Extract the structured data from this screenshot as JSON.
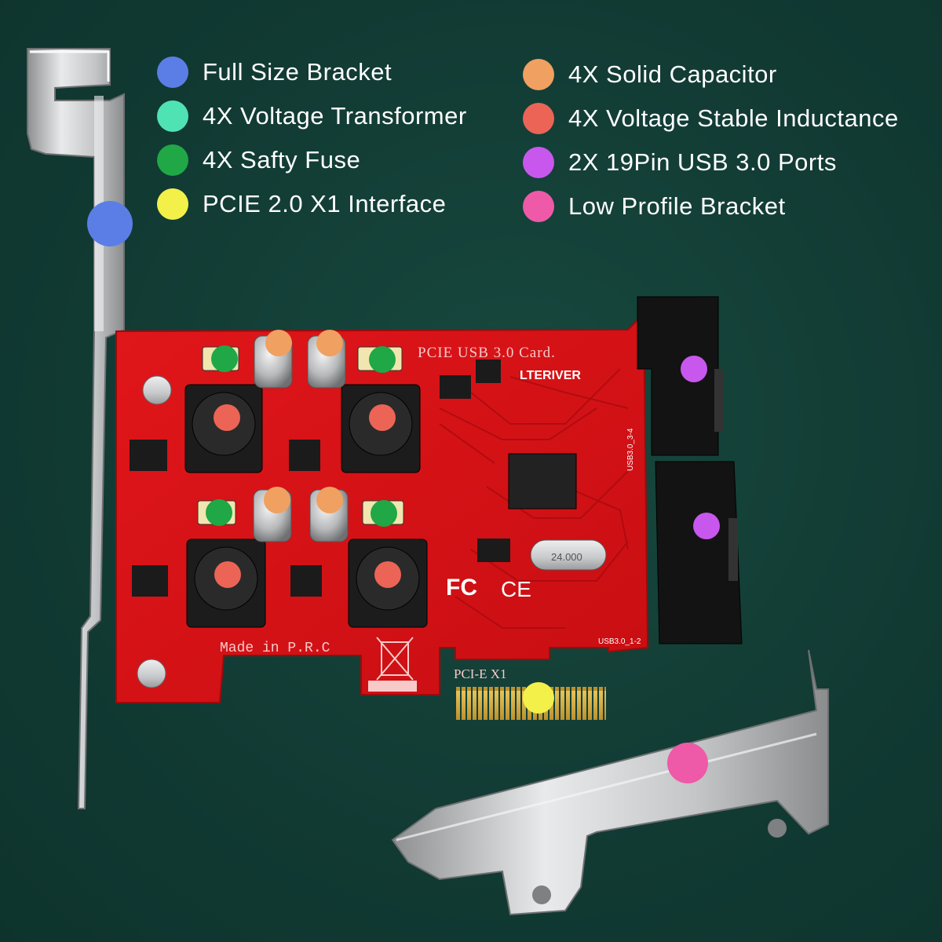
{
  "legend": [
    {
      "label": "Full Size Bracket",
      "color": "#5b7ee6"
    },
    {
      "label": "4X Voltage Transformer",
      "color": "#4fe3b4"
    },
    {
      "label": "4X Safty Fuse",
      "color": "#1fa845"
    },
    {
      "label": "PCIE 2.0 X1 Interface",
      "color": "#f3f04a"
    },
    {
      "label": "4X Solid Capacitor",
      "color": "#f0a060"
    },
    {
      "label": "4X Voltage Stable Inductance",
      "color": "#ec6456"
    },
    {
      "label": "2X 19Pin USB 3.0 Ports",
      "color": "#c857ee"
    },
    {
      "label": "Low Profile Bracket",
      "color": "#ee5aa8"
    }
  ],
  "board": {
    "title": "PCIE USB 3.0 Card.",
    "brand": "LTERIVER",
    "origin": "Made in P.R.C",
    "slot": "PCI-E X1",
    "port_label": "USB3.0_1-2",
    "port_label_top": "USB3.0_3-4",
    "crystal": "24.000",
    "cert_fc": "FC",
    "cert_ce": "CE"
  }
}
